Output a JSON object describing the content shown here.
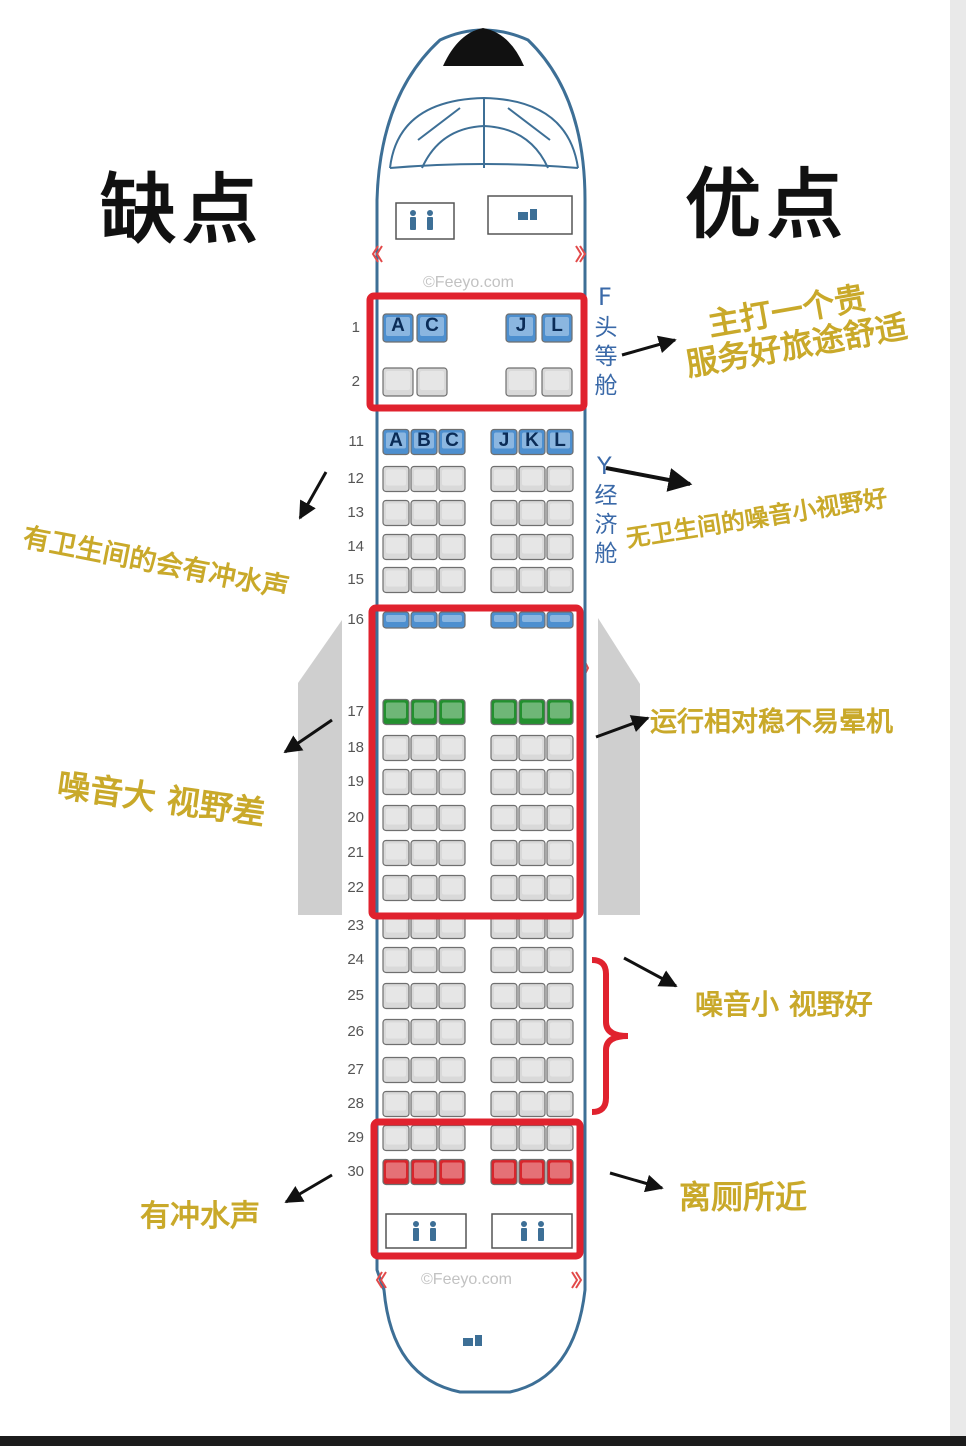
{
  "headings": {
    "cons": "缺点",
    "pros": "优点"
  },
  "watermark": "©Feeyo.com",
  "cabins": [
    {
      "code": "F",
      "name": "头等舱"
    },
    {
      "code": "Y",
      "name": "经济舱"
    }
  ],
  "rows": {
    "first": [
      "1",
      "2"
    ],
    "economy": [
      "11",
      "12",
      "13",
      "14",
      "15",
      "16",
      "17",
      "18",
      "19",
      "20",
      "21",
      "22",
      "23",
      "24",
      "25",
      "26",
      "27",
      "28",
      "29",
      "30"
    ]
  },
  "seat_letters": {
    "first": [
      "A",
      "C",
      "J",
      "L"
    ],
    "economy": [
      "A",
      "B",
      "C",
      "J",
      "K",
      "L"
    ]
  },
  "annotations": [
    {
      "side": "pros",
      "lines": [
        "主打一个贵",
        "服务好旅途舒适"
      ]
    },
    {
      "side": "pros",
      "lines": [
        "无卫生间的噪音小视野好"
      ]
    },
    {
      "side": "cons",
      "lines": [
        "有卫生间的会有冲水声"
      ]
    },
    {
      "side": "pros",
      "lines": [
        "运行相对稳不易晕机"
      ]
    },
    {
      "side": "cons",
      "lines": [
        "噪音大 视野差"
      ]
    },
    {
      "side": "pros",
      "lines": [
        "噪音小 视野好"
      ]
    },
    {
      "side": "cons",
      "lines": [
        "有冲水声"
      ]
    },
    {
      "side": "pros",
      "lines": [
        "离厕所近"
      ]
    }
  ],
  "colors": {
    "annotation": "#c9a92a",
    "highlight": "#e0222e",
    "fuselage": "#3d6f96",
    "seat_first_row": "#4d8fcf",
    "seat_exit_row": "#23902f",
    "seat_rear_row": "#d8262d",
    "seat_standard": "#d9d9d9"
  },
  "icons": [
    "toilet-icon",
    "galley-icon",
    "door-chevron-icon",
    "arrow-icon"
  ]
}
